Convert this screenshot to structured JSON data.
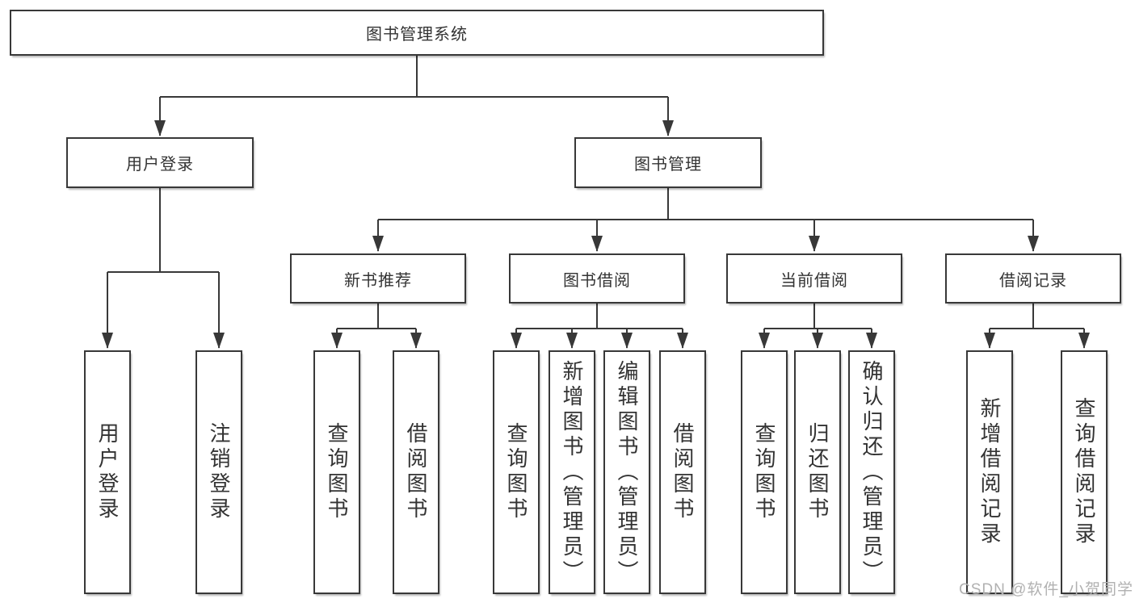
{
  "watermark": {
    "text": "CSDN @软件_小贺同学"
  },
  "colors": {
    "line": "#383838",
    "box_border": "#383838",
    "box_fill": "#ffffff",
    "text": "#333333",
    "watermark": "#b1b1b1",
    "background": "#ffffff"
  },
  "tree": {
    "root": {
      "label": "图书管理系统",
      "children": [
        {
          "label": "用户登录",
          "children": [
            {
              "label": "用户登录"
            },
            {
              "label": "注销登录"
            }
          ]
        },
        {
          "label": "图书管理",
          "children": [
            {
              "label": "新书推荐",
              "children": [
                {
                  "label": "查询图书"
                },
                {
                  "label": "借阅图书"
                }
              ]
            },
            {
              "label": "图书借阅",
              "children": [
                {
                  "label": "查询图书"
                },
                {
                  "label": "新增图书（管理员）"
                },
                {
                  "label": "编辑图书（管理员）"
                },
                {
                  "label": "借阅图书"
                }
              ]
            },
            {
              "label": "当前借阅",
              "children": [
                {
                  "label": "查询图书"
                },
                {
                  "label": "归还图书"
                },
                {
                  "label": "确认归还（管理员）"
                }
              ]
            },
            {
              "label": "借阅记录",
              "children": [
                {
                  "label": "新增借阅记录"
                },
                {
                  "label": "查询借阅记录"
                }
              ]
            }
          ]
        }
      ]
    }
  }
}
